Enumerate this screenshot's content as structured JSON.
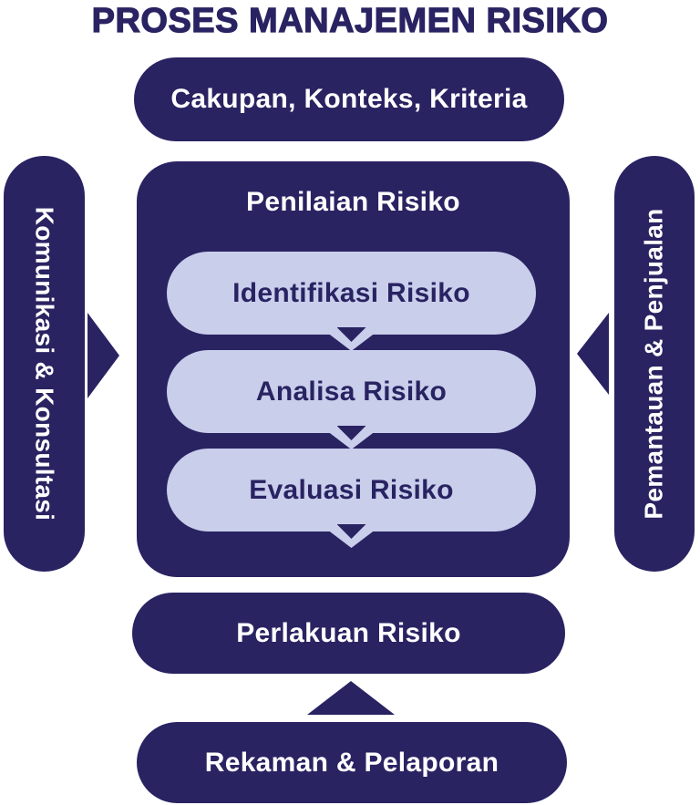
{
  "title": "PROSES MANAJEMEN RISIKO",
  "colors": {
    "navy": "#292362",
    "lavender": "#C9CEEB",
    "text_light": "#FFFFFF"
  },
  "nodes": {
    "scope": {
      "label": "Cakupan, Konteks, Kriteria"
    },
    "communication": {
      "label": "Komunikasi & Konsultasi"
    },
    "monitoring": {
      "label": "Pemantauan & Penjualan"
    },
    "assessment": {
      "heading": "Penilaian Risiko",
      "steps": [
        {
          "label": "Identifikasi Risiko"
        },
        {
          "label": "Analisa Risiko"
        },
        {
          "label": "Evaluasi Risiko"
        }
      ]
    },
    "treatment": {
      "label": "Perlakuan Risiko"
    },
    "recording": {
      "label": "Rekaman & Pelaporan"
    }
  },
  "icons": {
    "left_arrow": "triangle-pointing-right",
    "right_arrow": "triangle-pointing-left",
    "bottom_arrow": "triangle-pointing-up",
    "step_connector": "chevron-pointing-down"
  }
}
